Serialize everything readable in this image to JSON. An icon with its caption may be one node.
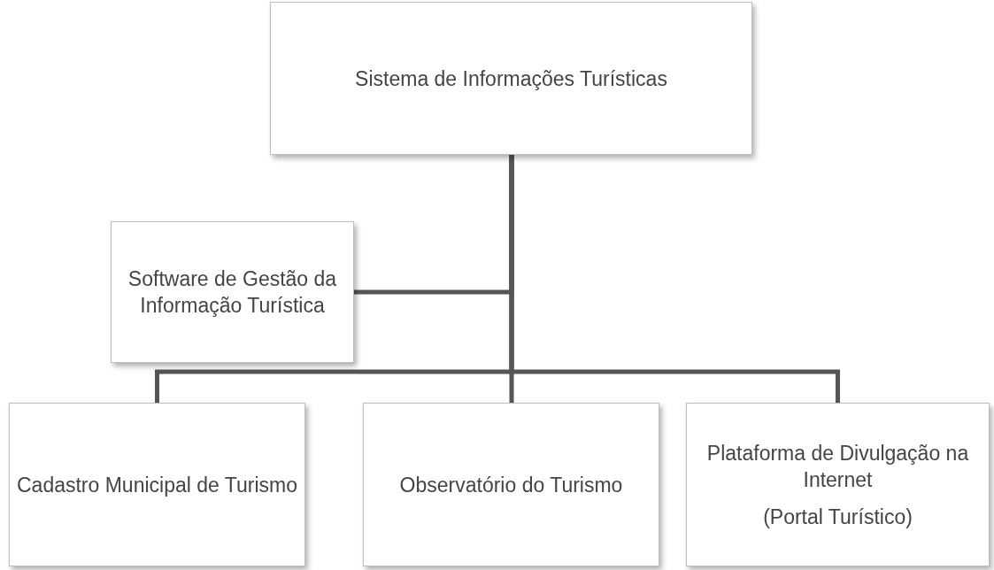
{
  "diagram": {
    "nodes": [
      {
        "text": [
          "Sistema de Informações Turísticas"
        ]
      },
      {
        "text": [
          "Software de Gestão da Informação Turística"
        ]
      },
      {
        "text": [
          "Cadastro Municipal de Turismo"
        ]
      },
      {
        "text": [
          "Observatório do Turismo"
        ]
      },
      {
        "text": [
          "Plataforma de Divulgação na Internet",
          "(Portal Turístico)"
        ]
      }
    ],
    "edges": [
      {
        "from": 0,
        "to": 1,
        "arrow": "none"
      },
      {
        "from": 0,
        "to": 2,
        "arrow": "none"
      },
      {
        "from": 0,
        "to": 3,
        "arrow": "none"
      },
      {
        "from": 0,
        "to": 4,
        "arrow": "none"
      }
    ]
  }
}
